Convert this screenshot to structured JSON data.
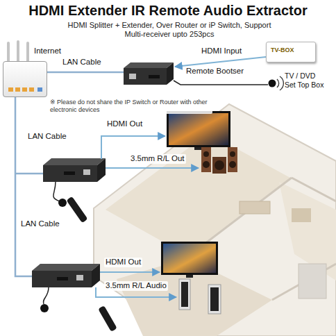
{
  "diagram": {
    "title": "HDMI Extender IR Remote Audio Extractor",
    "nodes": [
      {
        "text": [
          "Internet"
        ]
      },
      {
        "text": [
          "TV-BOX",
          "TV / DVD Set Top Box"
        ]
      }
    ],
    "labels": [
      "HDMI Splitter + Extender, Over Router or iP Switch, Support Multi-receiver upto 253pcs",
      "LAN Cable",
      "HDMI Input",
      "Remote Bootser",
      "※ Please do not share the IP Switch or Router with other electronic devices",
      "LAN Cable",
      "HDMI Out",
      "3.5mm R/L Out",
      "LAN Cable",
      "HDMI Out",
      "3.5mm R/L Audio"
    ]
  }
}
